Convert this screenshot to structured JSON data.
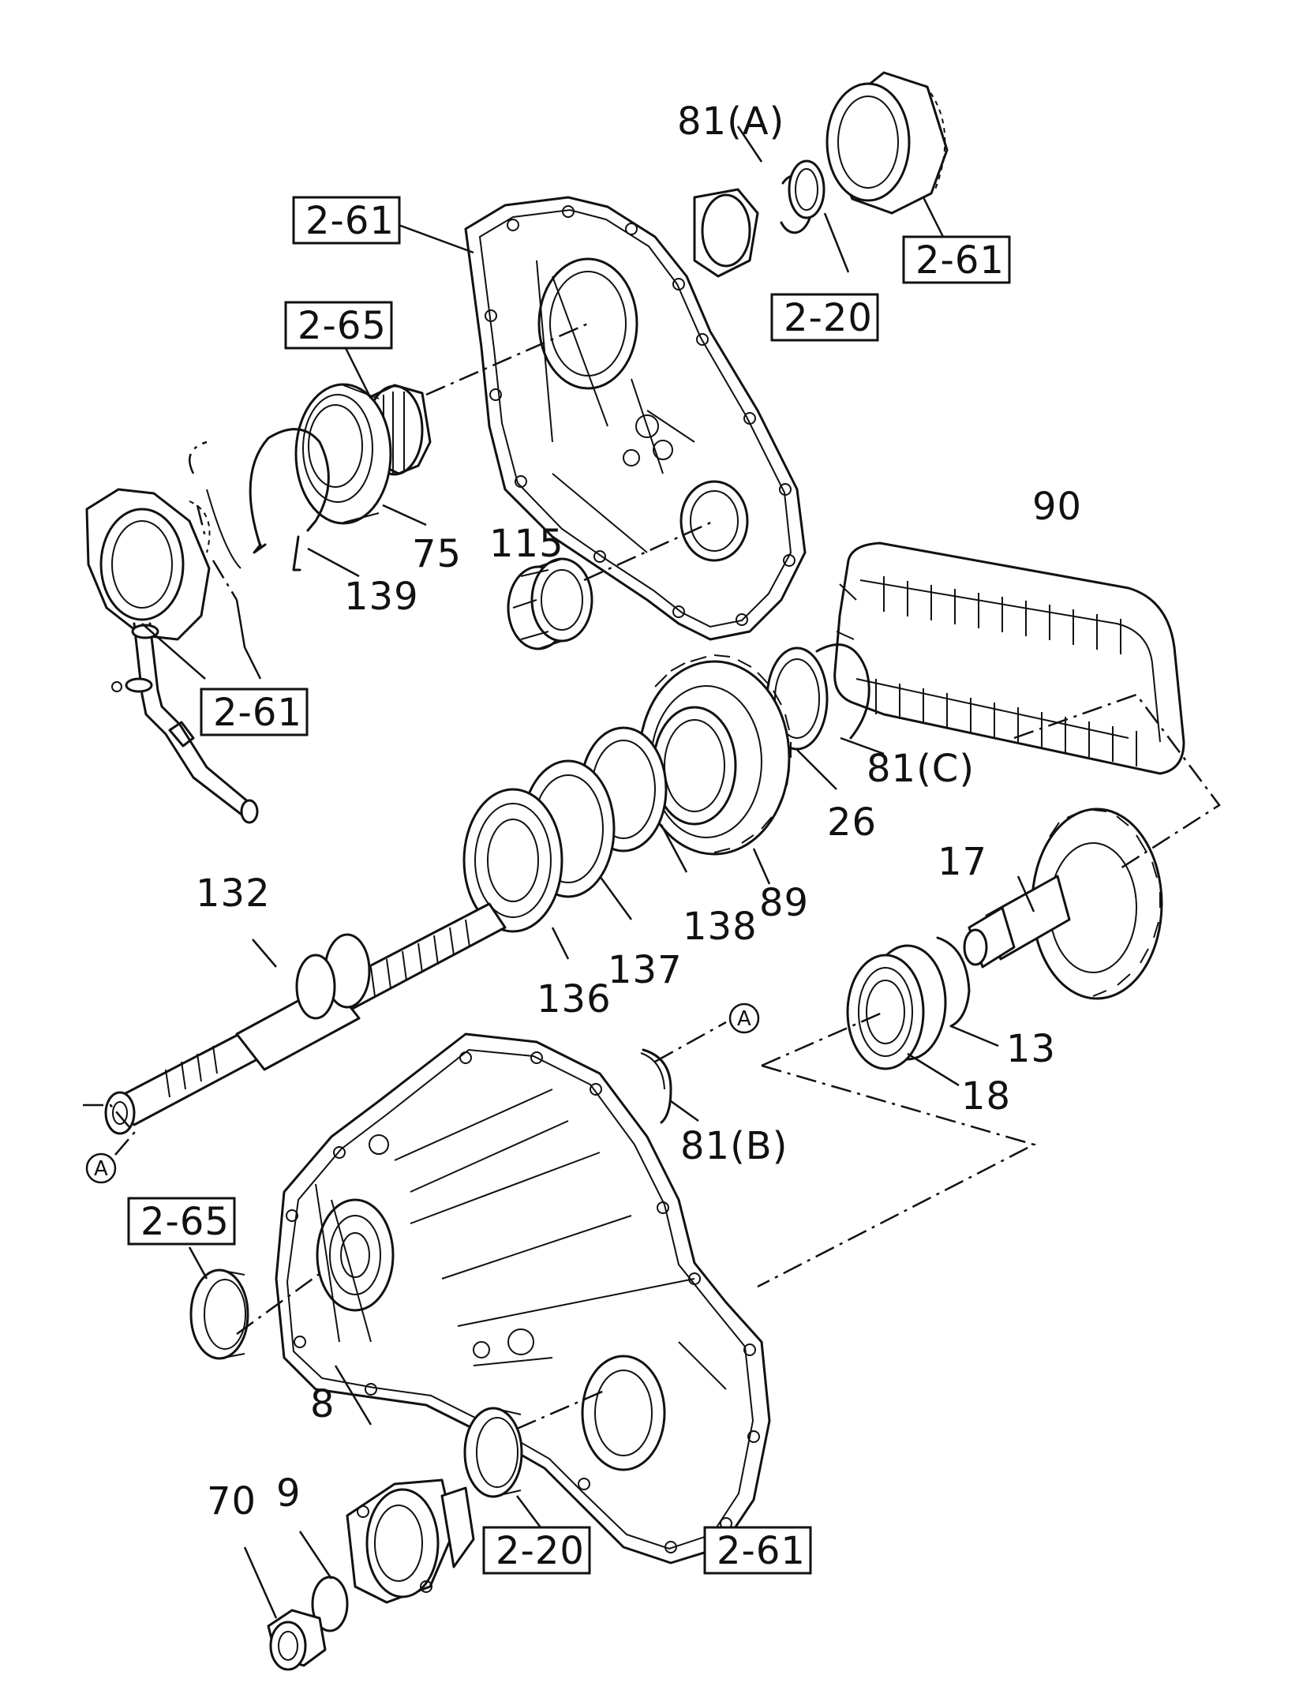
{
  "callouts": {
    "c81a": "81(A)",
    "c81b": "81(B)",
    "c81c": "81(C)",
    "c90": "90",
    "c115": "115",
    "c75": "75",
    "c139": "139",
    "c26": "26",
    "c89": "89",
    "c138": "138",
    "c137": "137",
    "c136": "136",
    "c132": "132",
    "c17": "17",
    "c13": "13",
    "c18": "18",
    "c8": "8",
    "c9": "9",
    "c70": "70",
    "refA1": "A",
    "refA2": "A"
  },
  "boxes": {
    "b1": "2-61",
    "b2": "2-61",
    "b3": "2-20",
    "b4": "2-65",
    "b5": "2-61",
    "b6": "2-65",
    "b7": "2-20",
    "b8": "2-61"
  }
}
